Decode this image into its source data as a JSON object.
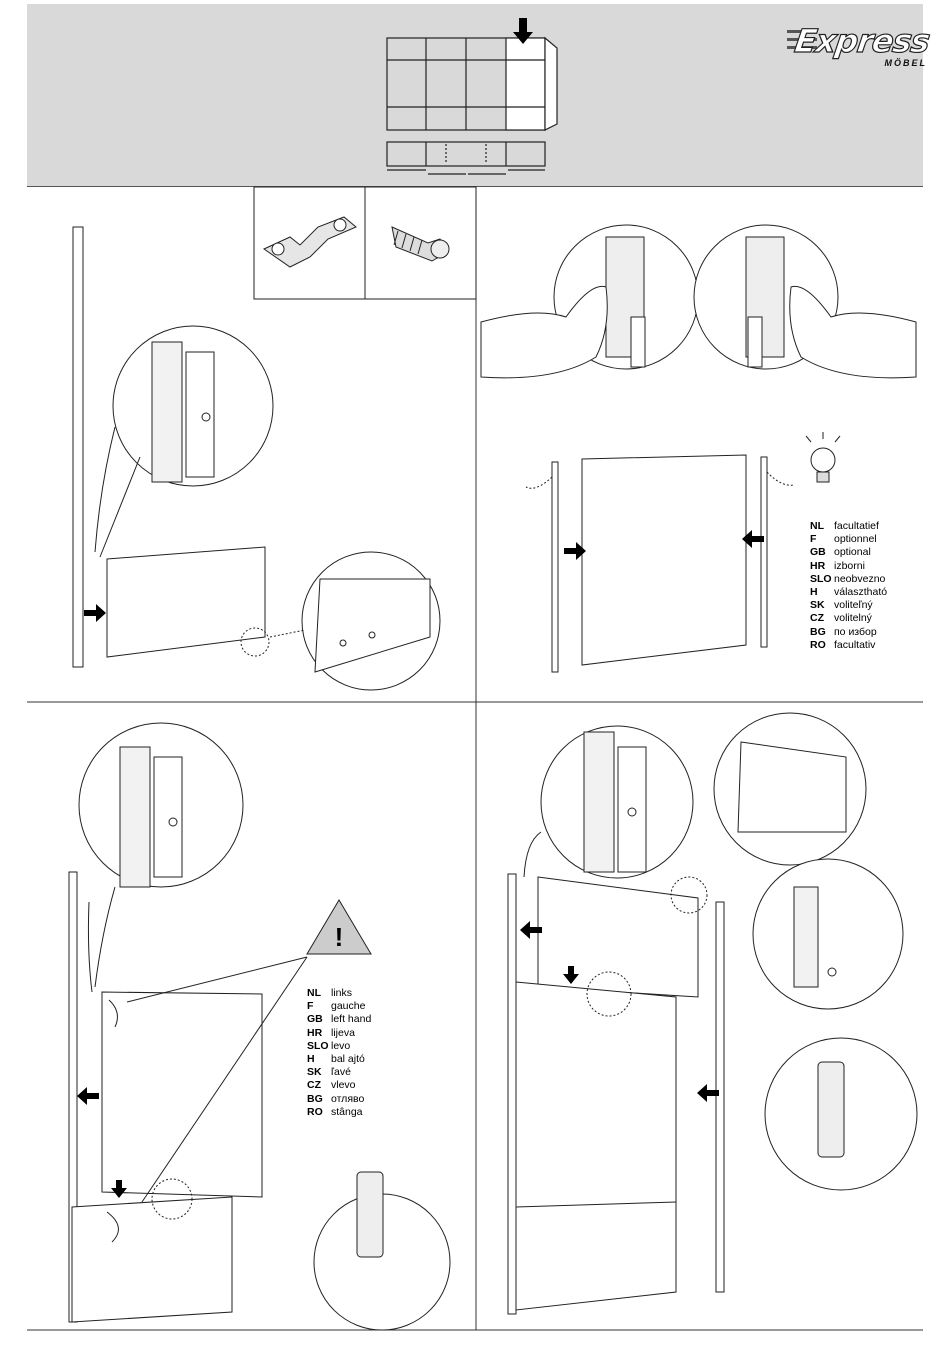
{
  "logo": {
    "brand": "Express",
    "sub": "MÖBEL"
  },
  "legend_optional": [
    {
      "code": "NL",
      "text": "facultatief"
    },
    {
      "code": "F",
      "text": "optionnel"
    },
    {
      "code": "GB",
      "text": "optional"
    },
    {
      "code": "HR",
      "text": "izborni"
    },
    {
      "code": "SLO",
      "text": "neobvezno"
    },
    {
      "code": "H",
      "text": "választható"
    },
    {
      "code": "SK",
      "text": "voliteľný"
    },
    {
      "code": "CZ",
      "text": "volitelný"
    },
    {
      "code": "BG",
      "text": "по избор"
    },
    {
      "code": "RO",
      "text": "facultativ"
    }
  ],
  "legend_left": [
    {
      "code": "NL",
      "text": "links"
    },
    {
      "code": "F",
      "text": "gauche"
    },
    {
      "code": "GB",
      "text": "left hand"
    },
    {
      "code": "HR",
      "text": "lijeva"
    },
    {
      "code": "SLO",
      "text": "levo"
    },
    {
      "code": "H",
      "text": "bal ajtó"
    },
    {
      "code": "SK",
      "text": "ľavé"
    },
    {
      "code": "CZ",
      "text": "vlevo"
    },
    {
      "code": "BG",
      "text": "отляво"
    },
    {
      "code": "RO",
      "text": "stânga"
    }
  ]
}
